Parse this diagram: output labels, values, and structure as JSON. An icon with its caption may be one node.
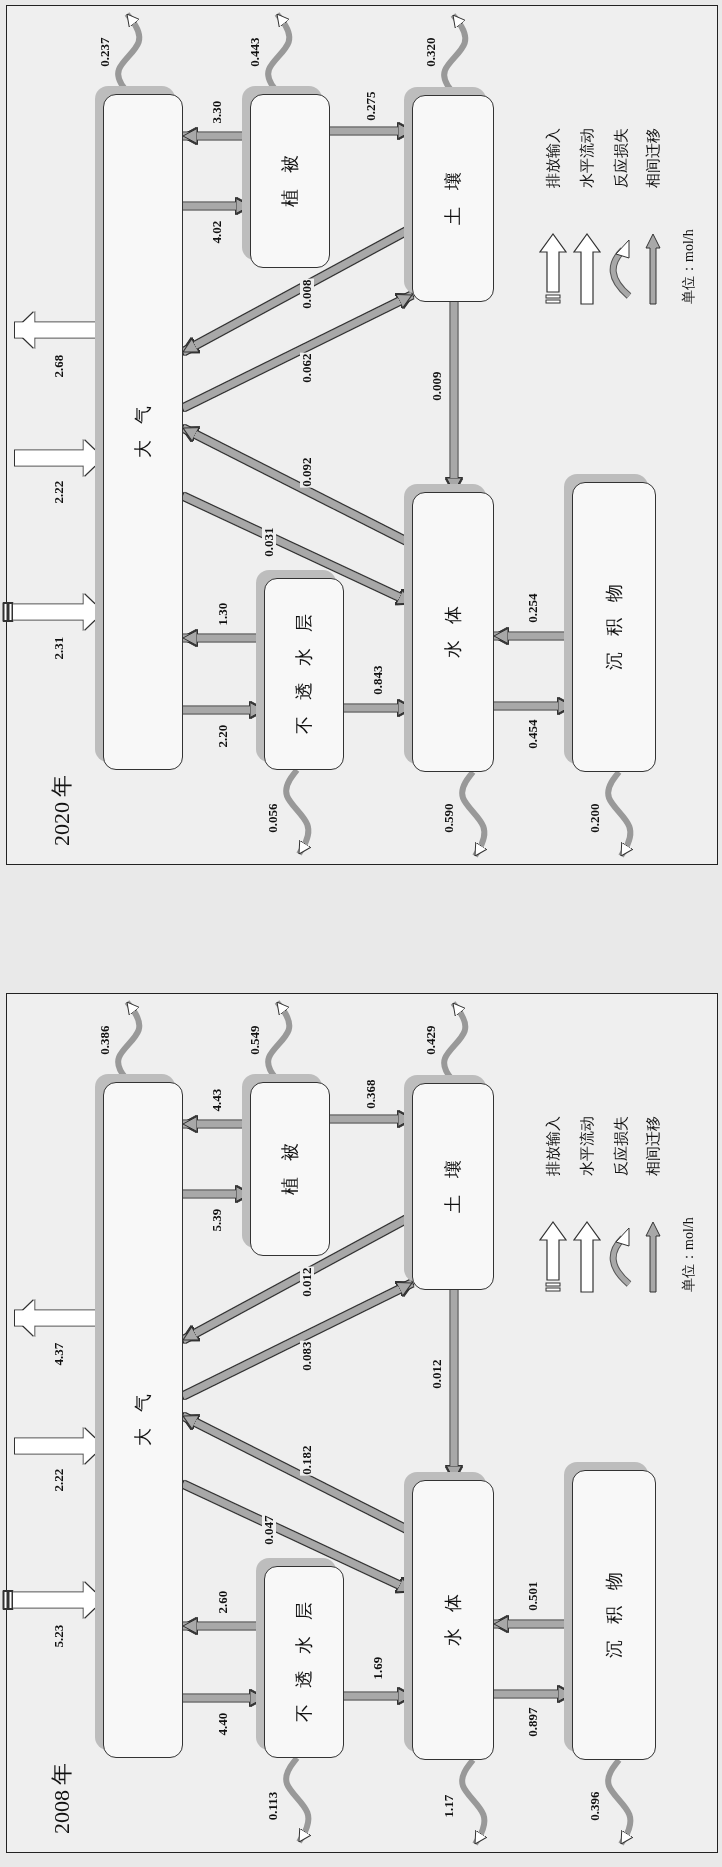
{
  "diagram": {
    "nodes": [
      {
        "text": [
          "2020 年"
        ]
      },
      {
        "text": [
          "大气"
        ],
        "in": 0
      },
      {
        "text": [
          "植被"
        ],
        "in": 0
      },
      {
        "text": [
          "土壤"
        ],
        "in": 0
      },
      {
        "text": [
          "不透水层"
        ],
        "in": 0
      },
      {
        "text": [
          "水体"
        ],
        "in": 0
      },
      {
        "text": [
          "沉积物"
        ],
        "in": 0
      },
      {
        "text": [
          "2008 年"
        ]
      },
      {
        "text": [
          "大气"
        ],
        "in": 7
      },
      {
        "text": [
          "植被"
        ],
        "in": 7
      },
      {
        "text": [
          "土壤"
        ],
        "in": 7
      },
      {
        "text": [
          "不透水层"
        ],
        "in": 7
      },
      {
        "text": [
          "水体"
        ],
        "in": 7
      },
      {
        "text": [
          "沉积物"
        ],
        "in": 7
      }
    ],
    "edges": [
      {
        "from": null,
        "to": 1,
        "arrow": "to",
        "label": "2.31",
        "style": "thick"
      },
      {
        "from": null,
        "to": 1,
        "arrow": "to",
        "label": "2.22",
        "style": "thick"
      },
      {
        "from": 1,
        "to": null,
        "arrow": "to",
        "label": "2.68",
        "style": "thick"
      },
      {
        "from": 1,
        "to": 2,
        "arrow": "to",
        "label": "4.02"
      },
      {
        "from": 2,
        "to": 1,
        "arrow": "to",
        "label": "3.30"
      },
      {
        "from": 2,
        "to": 3,
        "arrow": "to",
        "label": "0.275"
      },
      {
        "from": 4,
        "to": 1,
        "arrow": "to",
        "label": "1.30"
      },
      {
        "from": 1,
        "to": 4,
        "arrow": "to",
        "label": "2.20"
      },
      {
        "from": 4,
        "to": 5,
        "arrow": "to",
        "label": "0.843"
      },
      {
        "from": 5,
        "to": 6,
        "arrow": "to",
        "label": "0.454"
      },
      {
        "from": 6,
        "to": 5,
        "arrow": "to",
        "label": "0.254"
      },
      {
        "from": 3,
        "to": 5,
        "arrow": "to",
        "label": "0.009"
      },
      {
        "from": 3,
        "to": 1,
        "arrow": "to",
        "label": "0.008"
      },
      {
        "from": 1,
        "to": 3,
        "arrow": "to",
        "label": "0.062"
      },
      {
        "from": 5,
        "to": 1,
        "arrow": "to",
        "label": "0.092"
      },
      {
        "from": 1,
        "to": 5,
        "arrow": "to",
        "label": "0.031"
      },
      {
        "from": 1,
        "to": null,
        "arrow": "to",
        "label": "0.237"
      },
      {
        "from": 2,
        "to": null,
        "arrow": "to",
        "label": "0.443"
      },
      {
        "from": 3,
        "to": null,
        "arrow": "to",
        "label": "0.320"
      },
      {
        "from": 4,
        "to": null,
        "arrow": "to",
        "label": "0.056"
      },
      {
        "from": 5,
        "to": null,
        "arrow": "to",
        "label": "0.590"
      },
      {
        "from": 6,
        "to": null,
        "arrow": "to",
        "label": "0.200"
      },
      {
        "from": null,
        "to": 8,
        "arrow": "to",
        "label": "5.23",
        "style": "thick"
      },
      {
        "from": null,
        "to": 8,
        "arrow": "to",
        "label": "2.22",
        "style": "thick"
      },
      {
        "from": 8,
        "to": null,
        "arrow": "to",
        "label": "4.37",
        "style": "thick"
      },
      {
        "from": 8,
        "to": 9,
        "arrow": "to",
        "label": "5.39"
      },
      {
        "from": 9,
        "to": 8,
        "arrow": "to",
        "label": "4.43"
      },
      {
        "from": 9,
        "to": 10,
        "arrow": "to",
        "label": "0.368"
      },
      {
        "from": 11,
        "to": 8,
        "arrow": "to",
        "label": "2.60"
      },
      {
        "from": 8,
        "to": 11,
        "arrow": "to",
        "label": "4.40"
      },
      {
        "from": 11,
        "to": 12,
        "arrow": "to",
        "label": "1.69"
      },
      {
        "from": 12,
        "to": 13,
        "arrow": "to",
        "label": "0.897"
      },
      {
        "from": 13,
        "to": 12,
        "arrow": "to",
        "label": "0.501"
      },
      {
        "from": 10,
        "to": 12,
        "arrow": "to",
        "label": "0.012"
      },
      {
        "from": 10,
        "to": 8,
        "arrow": "to",
        "label": "0.012"
      },
      {
        "from": 8,
        "to": 10,
        "arrow": "to",
        "label": "0.083"
      },
      {
        "from": 12,
        "to": 8,
        "arrow": "to",
        "label": "0.182"
      },
      {
        "from": 8,
        "to": 12,
        "arrow": "to",
        "label": "0.047"
      },
      {
        "from": 8,
        "to": null,
        "arrow": "to",
        "label": "0.386"
      },
      {
        "from": 9,
        "to": null,
        "arrow": "to",
        "label": "0.549"
      },
      {
        "from": 10,
        "to": null,
        "arrow": "to",
        "label": "0.429"
      },
      {
        "from": 11,
        "to": null,
        "arrow": "to",
        "label": "0.113"
      },
      {
        "from": 12,
        "to": null,
        "arrow": "to",
        "label": "1.17"
      },
      {
        "from": 13,
        "to": null,
        "arrow": "to",
        "label": "0.396"
      }
    ],
    "labels": [
      "单位：mol/h",
      "单位：mol/h"
    ],
    "legend": [
      {
        "text": "排放输入"
      },
      {
        "text": "水平流动"
      },
      {
        "text": "反应损失"
      },
      {
        "text": "相间迁移"
      },
      {
        "text": "排放输入"
      },
      {
        "text": "水平流动"
      },
      {
        "text": "反应损失"
      },
      {
        "text": "相间迁移"
      }
    ]
  }
}
